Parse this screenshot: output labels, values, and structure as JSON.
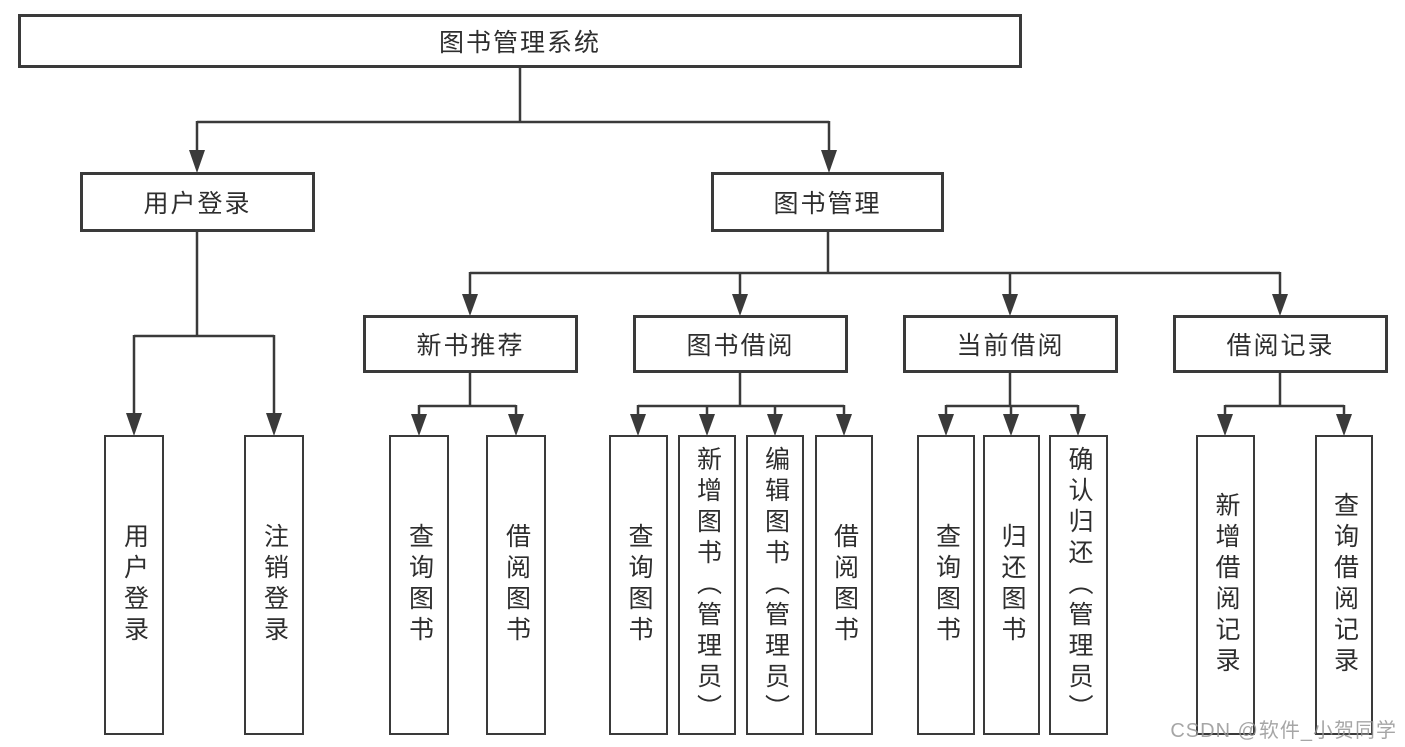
{
  "diagram": {
    "root": {
      "label": "图书管理系统"
    },
    "branches": [
      {
        "label": "用户登录",
        "children": [
          {
            "label": "用户登录"
          },
          {
            "label": "注销登录"
          }
        ]
      },
      {
        "label": "图书管理",
        "children": [
          {
            "label": "新书推荐",
            "children": [
              {
                "label": "查询图书"
              },
              {
                "label": "借阅图书"
              }
            ]
          },
          {
            "label": "图书借阅",
            "children": [
              {
                "label": "查询图书"
              },
              {
                "label": "新增图书（管理员）"
              },
              {
                "label": "编辑图书（管理员）"
              },
              {
                "label": "借阅图书"
              }
            ]
          },
          {
            "label": "当前借阅",
            "children": [
              {
                "label": "查询图书"
              },
              {
                "label": "归还图书"
              },
              {
                "label": "确认归还（管理员）"
              }
            ]
          },
          {
            "label": "借阅记录",
            "children": [
              {
                "label": "新增借阅记录"
              },
              {
                "label": "查询借阅记录"
              }
            ]
          }
        ]
      }
    ]
  },
  "watermark": {
    "text": "CSDN @软件_小贺同学"
  },
  "colors": {
    "line": "#3a3a3a",
    "box_border": "#3a3a3a",
    "box_fill": "#ffffff",
    "text": "#2e2e2e",
    "watermark": "#969696",
    "background": "#ffffff"
  }
}
